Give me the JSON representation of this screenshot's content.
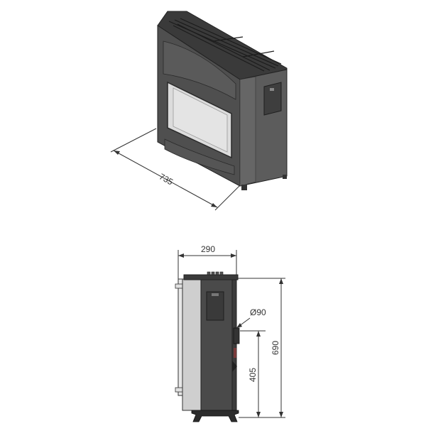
{
  "dimensions": {
    "width": "735",
    "depth": "290",
    "height": "690",
    "flue_diameter": "Ø90",
    "flue_height": "405"
  },
  "colors": {
    "body_dark": "#4a4a4a",
    "body_mid": "#5c5c5c",
    "glass": "#dcdcdc",
    "side_panel": "#cfcfcf",
    "line": "#333333"
  }
}
